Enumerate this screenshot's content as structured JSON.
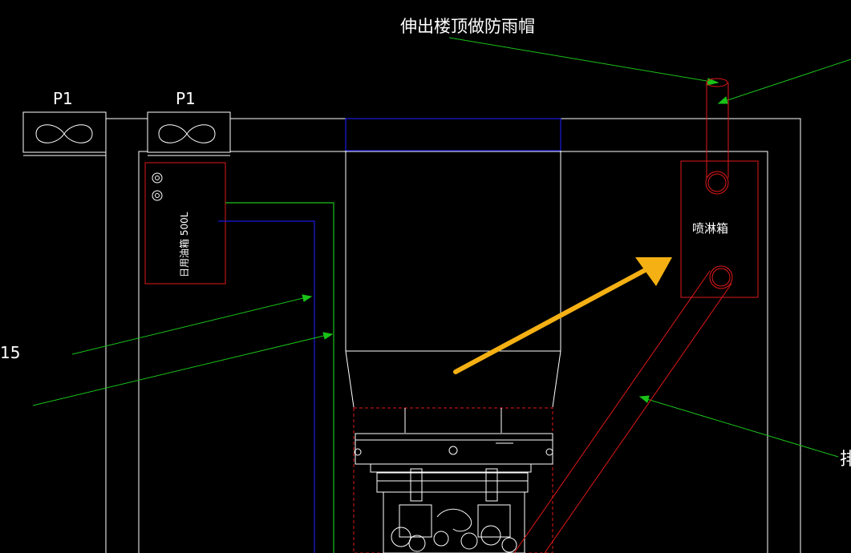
{
  "labels": {
    "chimney_note": "伸出楼顶做防雨帽",
    "fan_left": "P1",
    "fan_right": "P1",
    "spray_box": "喷淋箱",
    "fuel_tank": "日用油箱 500L",
    "left_cut": "15",
    "right_cut": "排"
  },
  "colors": {
    "background": "#000000",
    "outline": "#ffffff",
    "blue": "#1a1adf",
    "green": "#19c219",
    "red": "#e01818",
    "arrow": "#f5b014"
  },
  "icons": {
    "fan": "exhaust-fan-icon",
    "tank_ports": "pipe-port-icon",
    "highlight": "callout-arrow-icon"
  }
}
